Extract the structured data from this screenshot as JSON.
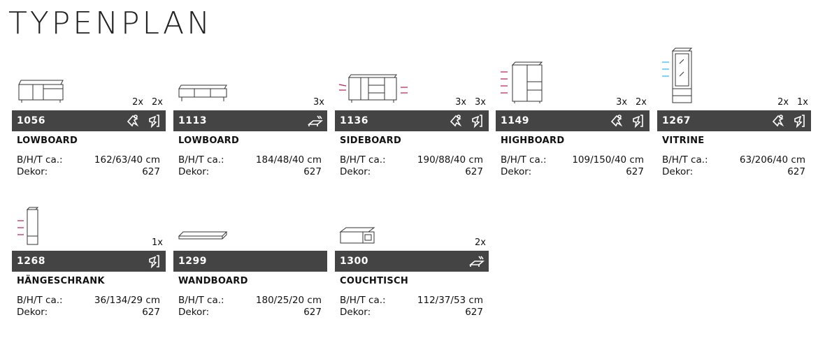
{
  "title": "TYPENPLAN",
  "labels": {
    "dims": "B/H/T ca.:",
    "dekor": "Dekor:"
  },
  "items": [
    {
      "code": "1056",
      "name": "LOWBOARD",
      "dims": "162/63/40 cm",
      "dekor": "627",
      "counts": [
        "2x",
        "2x"
      ],
      "icons": [
        "wall-mount-icon",
        "damper-icon"
      ]
    },
    {
      "code": "1113",
      "name": "LOWBOARD",
      "dims": "184/48/40 cm",
      "dekor": "627",
      "counts": [
        "3x"
      ],
      "icons": [
        "drawer-icon"
      ]
    },
    {
      "code": "1136",
      "name": "SIDEBOARD",
      "dims": "190/88/40 cm",
      "dekor": "627",
      "counts": [
        "3x",
        "3x"
      ],
      "icons": [
        "wall-mount-icon",
        "damper-icon"
      ]
    },
    {
      "code": "1149",
      "name": "HIGHBOARD",
      "dims": "109/150/40 cm",
      "dekor": "627",
      "counts": [
        "3x",
        "2x"
      ],
      "icons": [
        "wall-mount-icon",
        "damper-icon"
      ]
    },
    {
      "code": "1267",
      "name": "VITRINE",
      "dims": "63/206/40 cm",
      "dekor": "627",
      "counts": [
        "2x",
        "1x"
      ],
      "icons": [
        "wall-mount-icon",
        "damper-icon"
      ]
    },
    {
      "code": "1268",
      "name": "HÄNGESCHRANK",
      "dims": "36/134/29 cm",
      "dekor": "627",
      "counts": [
        "1x"
      ],
      "icons": [
        "damper-icon"
      ]
    },
    {
      "code": "1299",
      "name": "WANDBOARD",
      "dims": "180/25/20 cm",
      "dekor": "627",
      "counts": [],
      "icons": []
    },
    {
      "code": "1300",
      "name": "COUCHTISCH",
      "dims": "112/37/53 cm",
      "dekor": "627",
      "counts": [
        "2x"
      ],
      "icons": [
        "drawer-icon"
      ]
    }
  ]
}
